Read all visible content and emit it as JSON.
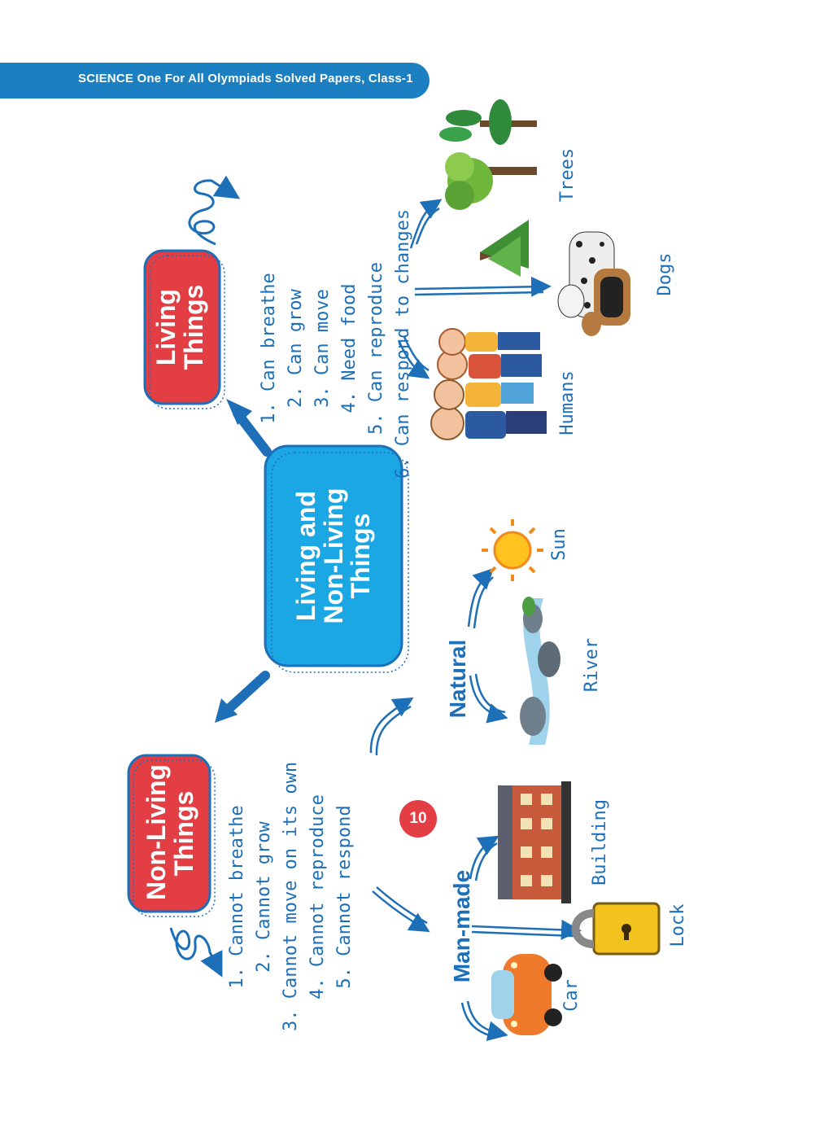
{
  "header": {
    "title": "SCIENCE One For All Olympiads Solved Papers, Class-1"
  },
  "center": {
    "line1": "Living and",
    "line2": "Non-Living",
    "line3": "Things"
  },
  "living": {
    "title_line1": "Living",
    "title_line2": "Things",
    "traits": [
      "1. Can breathe",
      "2. Can grow",
      "3. Can move",
      "4. Need food",
      "5. Can reproduce",
      "6. Can respond to changes"
    ],
    "examples": [
      "Trees",
      "Dogs",
      "Humans"
    ]
  },
  "nonliving": {
    "title_line1": "Non-Living",
    "title_line2": "Things",
    "traits": [
      "1. Cannot breathe",
      "2. Cannot grow",
      "3. Cannot move on its own",
      "4. Cannot reproduce",
      "5. Cannot respond"
    ],
    "natural": {
      "label": "Natural",
      "examples": [
        "Sun",
        "River"
      ]
    },
    "manmade": {
      "label": "Man-made",
      "examples": [
        "Building",
        "Lock",
        "Car"
      ]
    }
  },
  "page_number": "10",
  "colors": {
    "header": "#1b7fc1",
    "living_box": "#e23e43",
    "center_box": "#1aa7e4",
    "nonliving_box": "#e23e43",
    "text_blue": "#1d6fb8"
  }
}
